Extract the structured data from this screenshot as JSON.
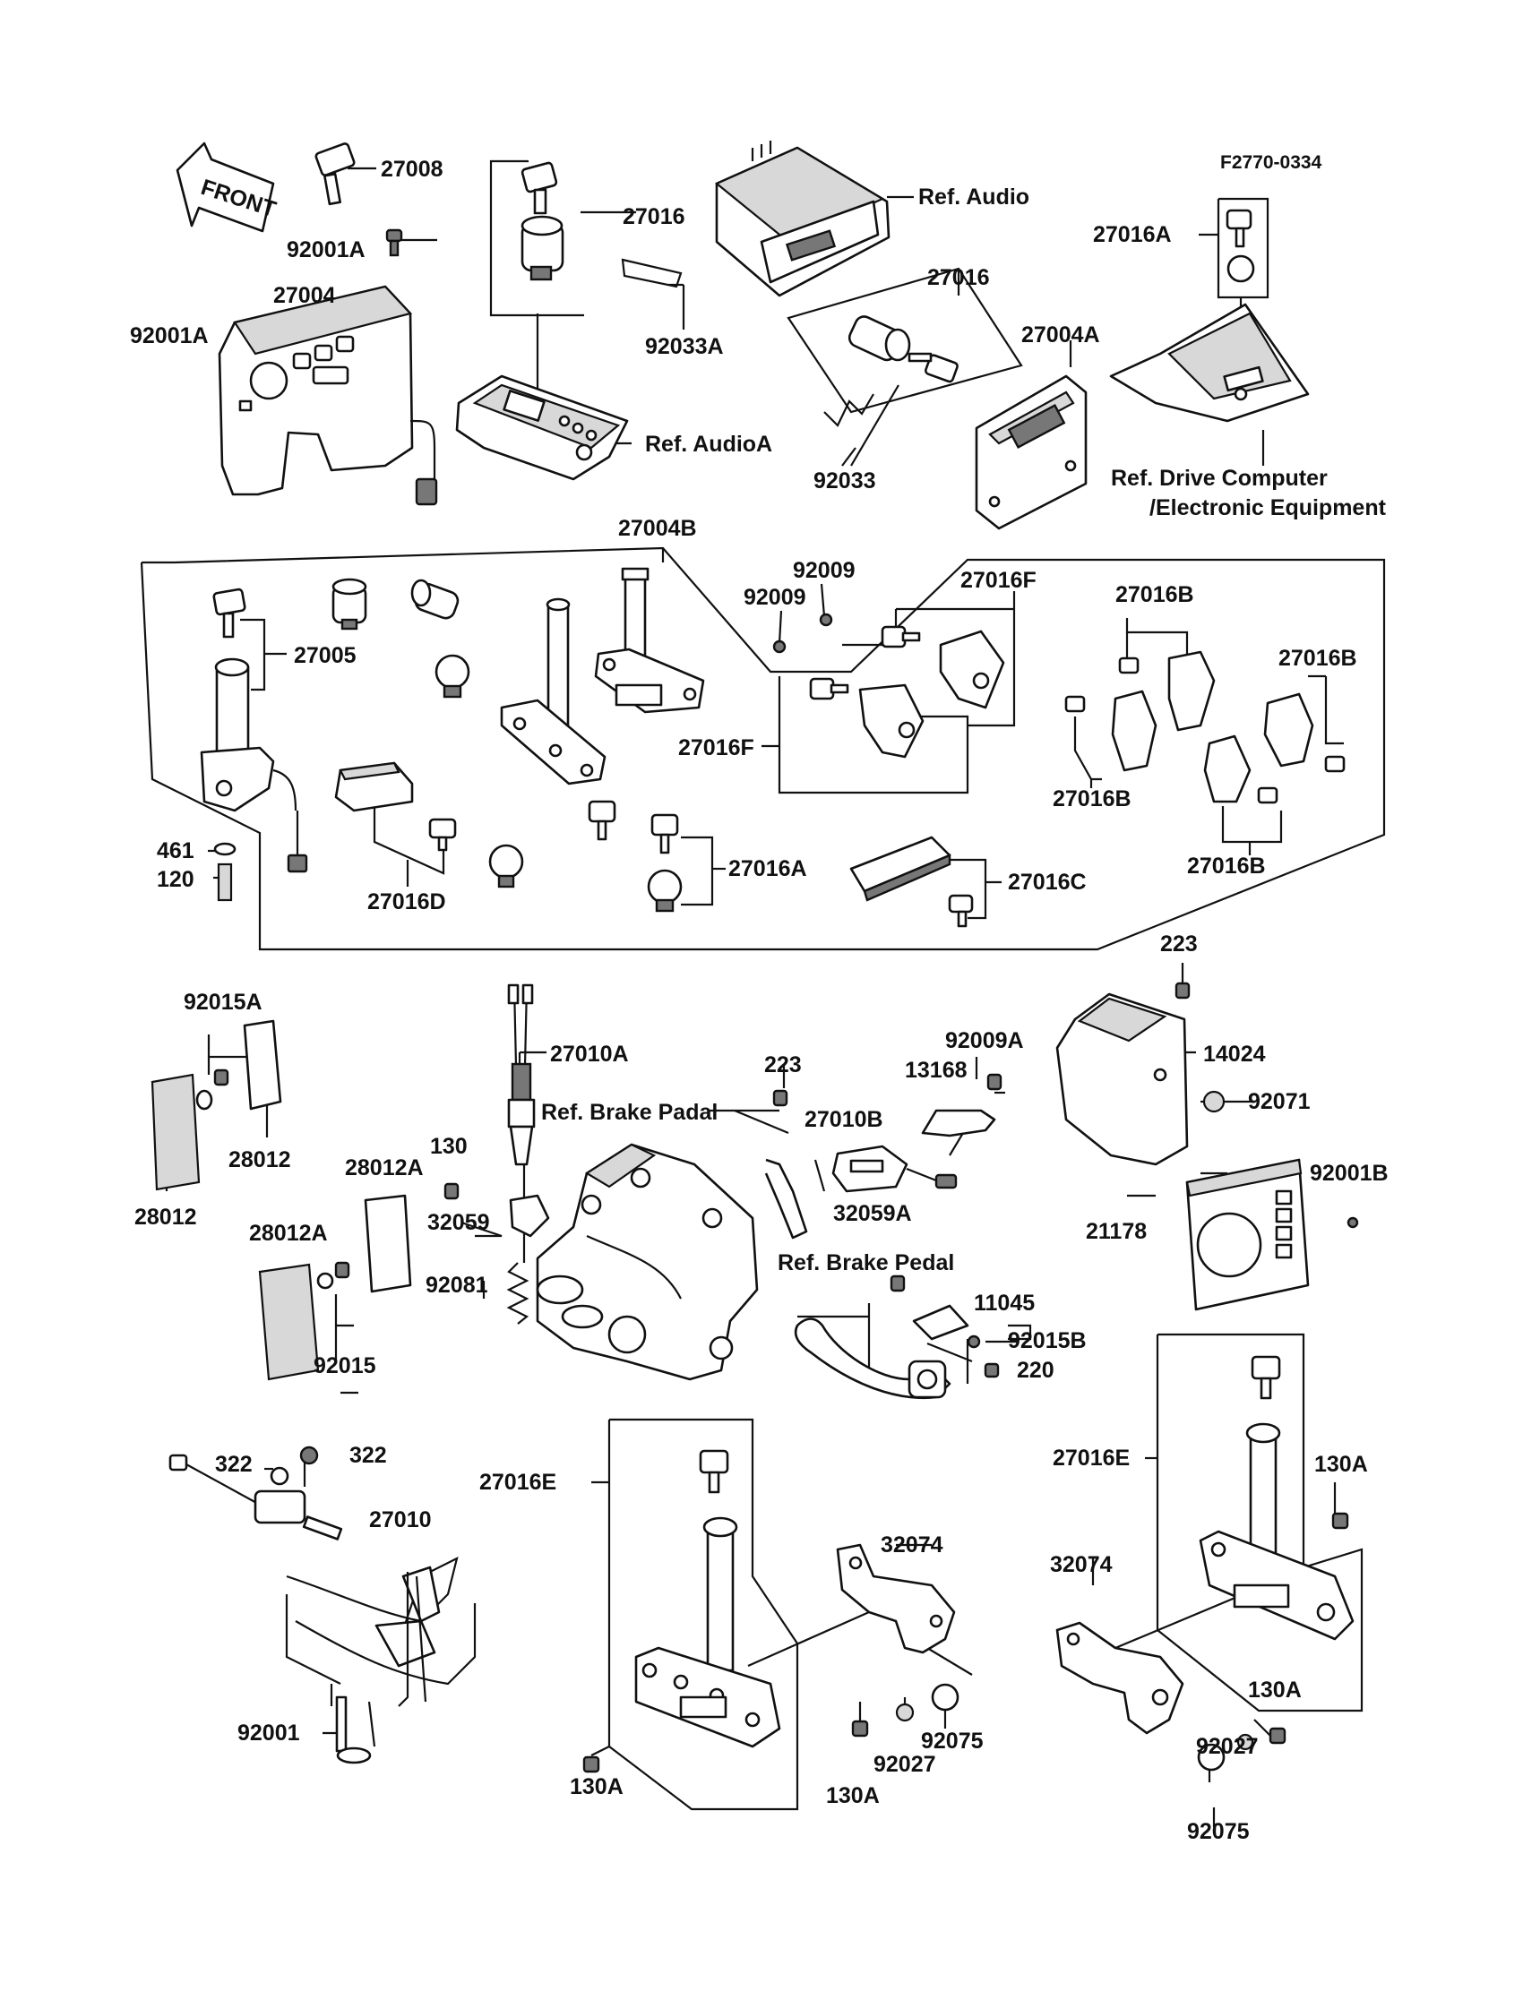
{
  "diagram": {
    "code": "F2770-0334",
    "front_label": "FRONT",
    "labels": {
      "l27008": "27008",
      "l92001A_a": "92001A",
      "l92001A_b": "92001A",
      "l27004": "27004",
      "l27016_a": "27016",
      "l92033A": "92033A",
      "ref_audioA": "Ref. AudioA",
      "ref_audio": "Ref. Audio",
      "l27016_b": "27016",
      "l92033": "92033",
      "l27004A": "27004A",
      "l27016A_top": "27016A",
      "ref_drive_1": "Ref. Drive Computer",
      "ref_drive_2": "/Electronic Equipment",
      "l27004B": "27004B",
      "l92009_a": "92009",
      "l92009_b": "92009",
      "l27016F_a": "27016F",
      "l27016F_b": "27016F",
      "l27016B_a": "27016B",
      "l27016B_b": "27016B",
      "l27016B_c": "27016B",
      "l27016B_d": "27016B",
      "l27005": "27005",
      "l461": "461",
      "l120": "120",
      "l27016D": "27016D",
      "l27016A_mid": "27016A",
      "l27016C": "27016C",
      "l223_a": "223",
      "l14024": "14024",
      "l92071": "92071",
      "l92015A": "92015A",
      "l28012_a": "28012",
      "l28012_b": "28012",
      "l27010A": "27010A",
      "ref_brake_padal": "Ref. Brake Padal",
      "l223_b": "223",
      "l92009A": "92009A",
      "l13168": "13168",
      "l27010B": "27010B",
      "l130": "130",
      "l28012A_a": "28012A",
      "l32059": "32059",
      "l32059A": "32059A",
      "l92001B": "92001B",
      "l21178": "21178",
      "l28012A_b": "28012A",
      "l92081": "92081",
      "l92015": "92015",
      "ref_brake_pedal": "Ref. Brake Pedal",
      "l11045": "11045",
      "l92015B": "92015B",
      "l220": "220",
      "l322_a": "322",
      "l322_b": "322",
      "l27010": "27010",
      "l27016E_a": "27016E",
      "l32074_a": "32074",
      "l27016E_b": "27016E",
      "l130A_a": "130A",
      "l32074_b": "32074",
      "l92001": "92001",
      "l130A_b": "130A",
      "l92027_a": "92027",
      "l92075_a": "92075",
      "l130A_c": "130A",
      "l130A_d": "130A",
      "l92027_b": "92027",
      "l92075_b": "92075"
    }
  }
}
